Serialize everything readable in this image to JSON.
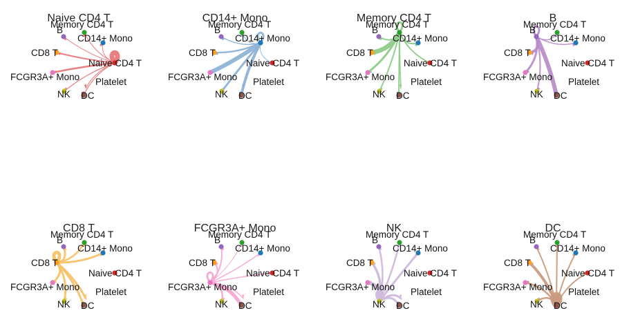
{
  "figure": {
    "kind": "cell-cell communication circle plots",
    "nodes": [
      {
        "id": "naive_cd4",
        "label": "Naive CD4 T",
        "color": "#d62728"
      },
      {
        "id": "cd14_mono",
        "label": "CD14+ Mono",
        "color": "#1f77b4"
      },
      {
        "id": "memory_cd4",
        "label": "Memory CD4 T",
        "color": "#2ca02c"
      },
      {
        "id": "b",
        "label": "B",
        "color": "#9467bd"
      },
      {
        "id": "cd8",
        "label": "CD8 T",
        "color": "#ff9f1c"
      },
      {
        "id": "fcgr3a_mono",
        "label": "FCGR3A+ Mono",
        "color": "#e377c2"
      },
      {
        "id": "nk",
        "label": "NK",
        "color": "#bcbd22"
      },
      {
        "id": "dc",
        "label": "DC",
        "color": "#8c564b"
      },
      {
        "id": "platelet",
        "label": "Platelet",
        "color": "#7f7f7f"
      }
    ],
    "panels": [
      {
        "title": "Naive CD4 T",
        "source": "naive_cd4",
        "edge_color": "#e8787a",
        "edges": [
          {
            "target": "memory_cd4",
            "weight": 1.0
          },
          {
            "target": "b",
            "weight": 1.0
          },
          {
            "target": "cd14_mono",
            "weight": 1.0
          },
          {
            "target": "cd8",
            "weight": 2.0
          },
          {
            "target": "naive_cd4",
            "weight": 7.0
          },
          {
            "target": "fcgr3a_mono",
            "weight": 2.5
          },
          {
            "target": "platelet",
            "weight": 1.0
          },
          {
            "target": "nk",
            "weight": 1.2
          },
          {
            "target": "dc",
            "weight": 1.2
          }
        ]
      },
      {
        "title": "CD14+ Mono",
        "source": "cd14_mono",
        "edge_color": "#8fb3d6",
        "edges": [
          {
            "target": "memory_cd4",
            "weight": 1.0
          },
          {
            "target": "b",
            "weight": 1.5
          },
          {
            "target": "cd14_mono",
            "weight": 3.0
          },
          {
            "target": "cd8",
            "weight": 2.5
          },
          {
            "target": "naive_cd4",
            "weight": 1.0
          },
          {
            "target": "fcgr3a_mono",
            "weight": 6.0
          },
          {
            "target": "platelet",
            "weight": 1.0
          },
          {
            "target": "nk",
            "weight": 3.0
          },
          {
            "target": "dc",
            "weight": 4.0
          }
        ]
      },
      {
        "title": "Memory CD4 T",
        "source": "memory_cd4",
        "edge_color": "#8fcc8a",
        "edges": [
          {
            "target": "memory_cd4",
            "weight": 3.0
          },
          {
            "target": "b",
            "weight": 2.0
          },
          {
            "target": "cd14_mono",
            "weight": 2.0
          },
          {
            "target": "cd8",
            "weight": 6.5
          },
          {
            "target": "naive_cd4",
            "weight": 2.0
          },
          {
            "target": "fcgr3a_mono",
            "weight": 3.0
          },
          {
            "target": "platelet",
            "weight": 1.5
          },
          {
            "target": "nk",
            "weight": 2.0
          },
          {
            "target": "dc",
            "weight": 2.0
          }
        ]
      },
      {
        "title": "B",
        "source": "b",
        "edge_color": "#b98ec9",
        "edges": [
          {
            "target": "memory_cd4",
            "weight": 1.5
          },
          {
            "target": "b",
            "weight": 3.0
          },
          {
            "target": "cd14_mono",
            "weight": 1.5
          },
          {
            "target": "cd8",
            "weight": 4.0
          },
          {
            "target": "fcgr3a_mono",
            "weight": 3.0
          },
          {
            "target": "nk",
            "weight": 2.0
          },
          {
            "target": "dc",
            "weight": 6.0
          }
        ]
      },
      {
        "title": "CD8 T",
        "source": "cd8",
        "edge_color": "#f6c36a",
        "edges": [
          {
            "target": "memory_cd4",
            "weight": 2.5
          },
          {
            "target": "b",
            "weight": 3.0
          },
          {
            "target": "cd14_mono",
            "weight": 3.0
          },
          {
            "target": "cd8",
            "weight": 5.0
          },
          {
            "target": "fcgr3a_mono",
            "weight": 3.0
          },
          {
            "target": "platelet",
            "weight": 3.0
          },
          {
            "target": "nk",
            "weight": 3.0
          },
          {
            "target": "dc",
            "weight": 3.0
          }
        ]
      },
      {
        "title": "FCGR3A+ Mono",
        "source": "fcgr3a_mono",
        "edge_color": "#f5a9d3",
        "edges": [
          {
            "target": "memory_cd4",
            "weight": 1.0
          },
          {
            "target": "b",
            "weight": 2.0
          },
          {
            "target": "cd14_mono",
            "weight": 1.5
          },
          {
            "target": "cd8",
            "weight": 2.0
          },
          {
            "target": "naive_cd4",
            "weight": 1.5
          },
          {
            "target": "fcgr3a_mono",
            "weight": 3.0
          },
          {
            "target": "platelet",
            "weight": 1.5
          },
          {
            "target": "nk",
            "weight": 2.5
          },
          {
            "target": "dc",
            "weight": 5.0
          }
        ]
      },
      {
        "title": "NK",
        "source": "nk",
        "edge_color": "#cdb9dd",
        "edges": [
          {
            "target": "memory_cd4",
            "weight": 2.5
          },
          {
            "target": "b",
            "weight": 2.5
          },
          {
            "target": "cd14_mono",
            "weight": 3.0
          },
          {
            "target": "cd8",
            "weight": 3.5
          },
          {
            "target": "fcgr3a_mono",
            "weight": 5.0
          },
          {
            "target": "platelet",
            "weight": 3.0
          },
          {
            "target": "nk",
            "weight": 4.0
          },
          {
            "target": "dc",
            "weight": 3.0
          }
        ]
      },
      {
        "title": "DC",
        "source": "dc",
        "edge_color": "#c99b7e",
        "edges": [
          {
            "target": "memory_cd4",
            "weight": 2.0
          },
          {
            "target": "b",
            "weight": 2.0
          },
          {
            "target": "cd14_mono",
            "weight": 2.0
          },
          {
            "target": "cd8",
            "weight": 4.0
          },
          {
            "target": "naive_cd4",
            "weight": 2.0
          },
          {
            "target": "fcgr3a_mono",
            "weight": 2.5
          },
          {
            "target": "platelet",
            "weight": 1.5
          },
          {
            "target": "nk",
            "weight": 2.5
          },
          {
            "target": "dc",
            "weight": 9.0
          }
        ]
      }
    ]
  }
}
